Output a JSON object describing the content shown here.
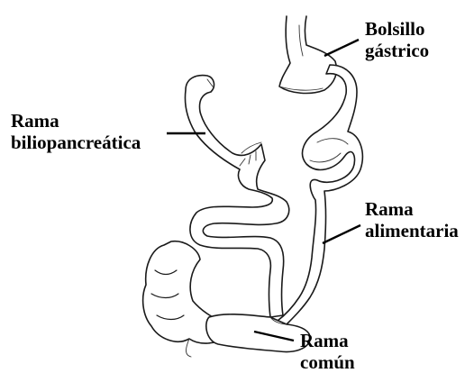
{
  "labels": {
    "gastric_pouch": [
      "Bolsillo",
      "gástrico"
    ],
    "biliopancreatic_limb": [
      "Rama",
      "biliopancreática"
    ],
    "alimentary_limb": [
      "Rama",
      "alimentaria"
    ],
    "common_limb": [
      "Rama",
      "común"
    ]
  }
}
